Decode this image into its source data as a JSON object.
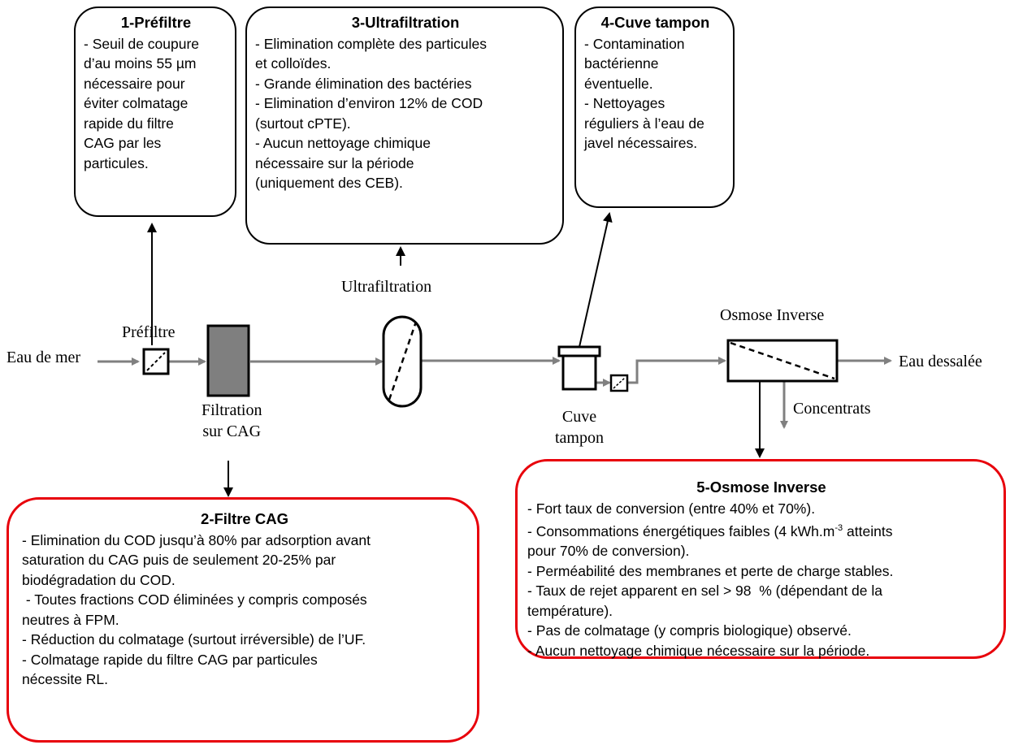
{
  "boxes": {
    "prefiltre": {
      "title": "1-Préfiltre",
      "lines": [
        "- Seuil de coupure",
        "d’au moins 55 µm",
        "nécessaire pour",
        "éviter colmatage",
        "rapide du filtre",
        "CAG par les",
        "particules."
      ]
    },
    "filtre_cag": {
      "title": "2-Filtre CAG",
      "lines": [
        "- Elimination du COD jusqu’à 80% par adsorption avant",
        "saturation du CAG puis de seulement 20-25% par",
        "biodégradation du COD.",
        " - Toutes fractions COD éliminées y compris composés",
        "neutres à FPM.",
        "- Réduction du colmatage (surtout irréversible) de l’UF.",
        "- Colmatage rapide du filtre CAG par particules",
        "nécessite RL."
      ]
    },
    "ultrafiltration": {
      "title": "3-Ultrafiltration",
      "lines": [
        "- Elimination complète des particules",
        "et colloïdes.",
        "- Grande élimination des bactéries",
        "- Elimination d’environ 12% de COD",
        "(surtout cPTE).",
        "- Aucun nettoyage chimique",
        "nécessaire sur la période",
        "(uniquement des CEB)."
      ]
    },
    "cuve_tampon": {
      "title": "4-Cuve tampon",
      "lines": [
        "- Contamination",
        "bactérienne",
        "éventuelle.",
        "- Nettoyages",
        "réguliers à l’eau de",
        "javel nécessaires."
      ]
    },
    "osmose": {
      "title": "5-Osmose Inverse",
      "line1": "- Fort taux de conversion (entre 40% et 70%).",
      "line2_pre": "- Consommations énergétiques faibles (4 kWh.m",
      "line2_sup": "-3",
      "line2_post": "atteints",
      "lines_rest": [
        "pour 70% de conversion).",
        "- Perméabilité des membranes et perte de charge stables.",
        "- Taux de rejet apparent en sel > 98  % (dépendant de la",
        "température).",
        "- Pas de colmatage (y compris biologique) observé.",
        "- Aucun nettoyage chimique nécessaire sur la période."
      ]
    }
  },
  "labels": {
    "eau_de_mer": "Eau de mer",
    "prefiltre": "Préfiltre",
    "filtration_1": "Filtration",
    "filtration_2": "sur CAG",
    "ultrafiltration": "Ultrafiltration",
    "cuve_1": "Cuve",
    "cuve_2": "tampon",
    "osmose": "Osmose Inverse",
    "eau_dessalee": "Eau dessalée",
    "concentrats": "Concentrats"
  },
  "colors": {
    "flow_line": "#808080",
    "arrow": "#000000",
    "cag_fill": "#7f7f7f",
    "highlight_border": "#e8000b"
  }
}
